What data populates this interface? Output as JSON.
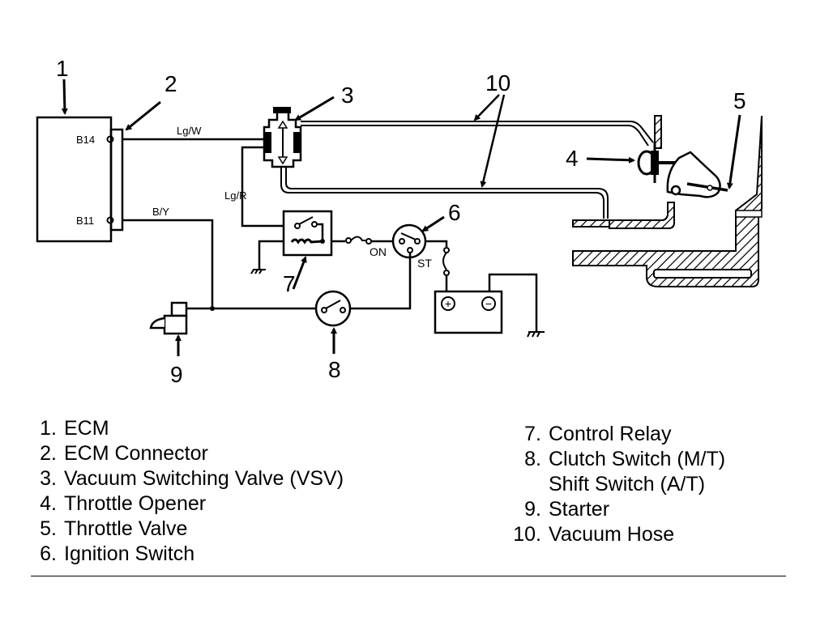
{
  "diagram": {
    "title": "Throttle opener vacuum control circuit",
    "wire_labels": {
      "ecm_b14_to_vsv": "Lg/W",
      "ecm_b11_to_starter": "B/Y",
      "vsv_to_relay": "Lg/R"
    },
    "pin_labels": {
      "b14": "B14",
      "b11": "B11"
    },
    "switch_labels": {
      "on": "ON",
      "st": "ST"
    },
    "battery_terminals": {
      "positive": "+",
      "negative": "−"
    },
    "callouts": [
      "1",
      "2",
      "3",
      "4",
      "5",
      "6",
      "7",
      "8",
      "9",
      "10"
    ]
  },
  "legend": {
    "left": [
      {
        "num": "1.",
        "text": "ECM"
      },
      {
        "num": "2.",
        "text": "ECM Connector"
      },
      {
        "num": "3.",
        "text": "Vacuum Switching Valve (VSV)"
      },
      {
        "num": "4.",
        "text": "Throttle Opener"
      },
      {
        "num": "5.",
        "text": "Throttle Valve"
      },
      {
        "num": "6.",
        "text": "Ignition Switch"
      }
    ],
    "right": [
      {
        "num": "7.",
        "text": "Control Relay"
      },
      {
        "num": "8.",
        "text": "Clutch Switch (M/T)"
      },
      {
        "num": "",
        "text": "Shift Switch (A/T)"
      },
      {
        "num": "9.",
        "text": "Starter"
      },
      {
        "num": "10.",
        "text": "Vacuum Hose"
      }
    ]
  }
}
